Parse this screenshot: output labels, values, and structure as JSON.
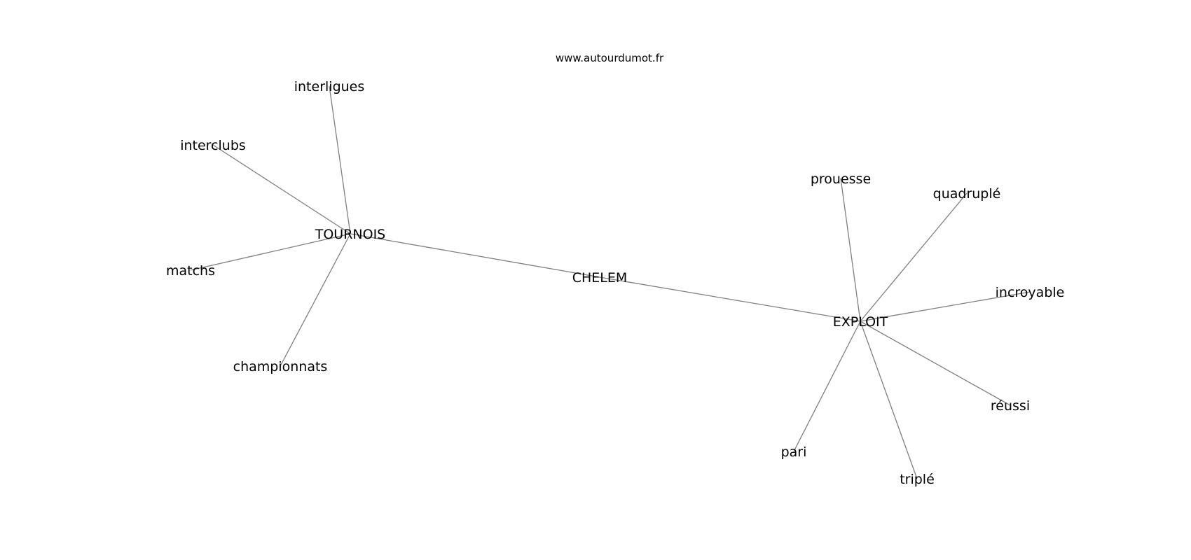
{
  "source": "www.autourdumot.fr",
  "nodes": [
    {
      "id": "chelem",
      "label": "CHELEM"
    },
    {
      "id": "tournois",
      "label": "TOURNOIS"
    },
    {
      "id": "exploit",
      "label": "EXPLOIT"
    },
    {
      "id": "interligues",
      "label": "interligues"
    },
    {
      "id": "interclubs",
      "label": "interclubs"
    },
    {
      "id": "matchs",
      "label": "matchs"
    },
    {
      "id": "championnats",
      "label": "championnats"
    },
    {
      "id": "prouesse",
      "label": "prouesse"
    },
    {
      "id": "quadruple",
      "label": "quadruplé"
    },
    {
      "id": "incroyable",
      "label": "incroyable"
    },
    {
      "id": "reussi",
      "label": "réussi"
    },
    {
      "id": "triple",
      "label": "triplé"
    },
    {
      "id": "pari",
      "label": "pari"
    }
  ],
  "edges": [
    [
      "chelem",
      "tournois"
    ],
    [
      "chelem",
      "exploit"
    ],
    [
      "tournois",
      "interligues"
    ],
    [
      "tournois",
      "interclubs"
    ],
    [
      "tournois",
      "matchs"
    ],
    [
      "tournois",
      "championnats"
    ],
    [
      "exploit",
      "prouesse"
    ],
    [
      "exploit",
      "quadruple"
    ],
    [
      "exploit",
      "incroyable"
    ],
    [
      "exploit",
      "reussi"
    ],
    [
      "exploit",
      "triple"
    ],
    [
      "exploit",
      "pari"
    ]
  ]
}
